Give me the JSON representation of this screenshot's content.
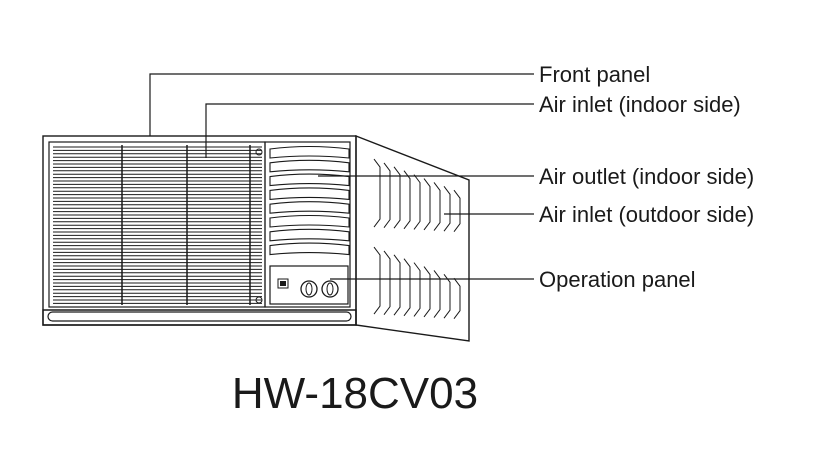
{
  "labels": {
    "front_panel": "Front panel",
    "air_inlet_indoor": "Air inlet (indoor side)",
    "air_outlet_indoor": "Air outlet (indoor side)",
    "air_inlet_outdoor": "Air inlet (outdoor side)",
    "operation_panel": "Operation panel"
  },
  "model": "HW-18CV03",
  "colors": {
    "line": "#1a1a1a",
    "background": "#ffffff"
  }
}
